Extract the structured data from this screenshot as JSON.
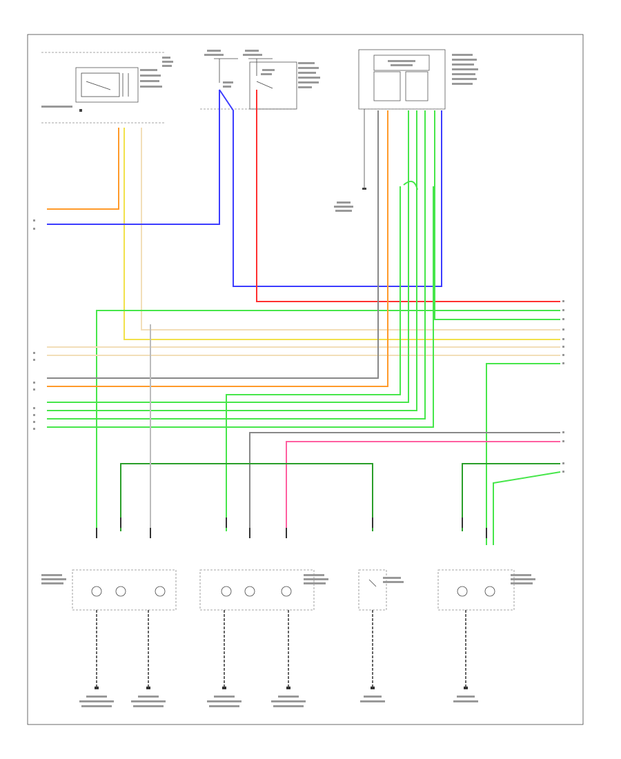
{
  "footer": {
    "code": ""
  },
  "wire_colors": {
    "orange": "#ff9a2a",
    "yellow": "#f2e14a",
    "blue": "#3c3cff",
    "red": "#ff3030",
    "green": "#46e64a",
    "pink": "#ff5fa0",
    "dark_green": "#2a9e2a",
    "tan": "#f2deb8",
    "gray": "#888888",
    "black": "#222222"
  },
  "components": [
    "combination-switch",
    "fuse-relay-box",
    "multifunction-module",
    "left-front-lamp-assembly",
    "right-front-lamp-assembly",
    "right-side-marker",
    "left-rear-lamp-assembly"
  ],
  "grounds": [
    "ground-1",
    "ground-2",
    "ground-3",
    "ground-4",
    "ground-5",
    "ground-6"
  ]
}
